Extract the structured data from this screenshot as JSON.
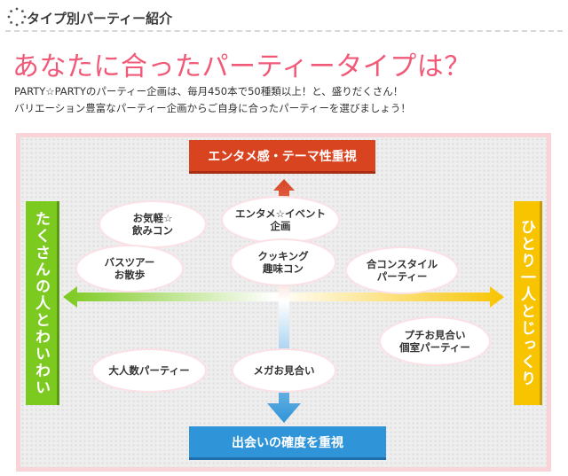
{
  "section": {
    "title": "タイプ別パーティー紹介"
  },
  "main_title": "あなたに合ったパーティータイプは？",
  "intro": {
    "line1": "PARTY☆PARTYのパーティー企画は、毎月450本で50種類以上！と、盛りだくさん！",
    "line2": "バリエーション豊富なパーティー企画からご自身に合ったパーティーを選びましょう！"
  },
  "axes": {
    "top": "エンタメ感・テーマ性重視",
    "bottom": "出会いの確度を重視",
    "left": "たくさんの人とわいわい",
    "right": "ひとり一人とじっくり"
  },
  "bubbles": {
    "okigaru": {
      "line1": "お気軽☆",
      "line2": "飲みコン"
    },
    "entame": {
      "line1": "エンタメ☆イベント",
      "line2": "企画"
    },
    "bustour": {
      "line1": "バスツアー",
      "line2": "お散歩"
    },
    "cooking": {
      "line1": "クッキング",
      "line2": "趣味コン"
    },
    "gocon": {
      "line1": "合コンスタイル",
      "line2": "パーティー"
    },
    "puchi": {
      "line1": "プチお見合い",
      "line2": "個室パーティー"
    },
    "oninzu": {
      "line1": "大人数パーティー"
    },
    "mega": {
      "line1": "メガお見合い"
    }
  },
  "colors": {
    "title_pink": "#f05a78",
    "top_red": "#d84320",
    "bottom_blue": "#2f94d8",
    "left_green": "#7cc91f",
    "right_yellow": "#f8c400"
  }
}
